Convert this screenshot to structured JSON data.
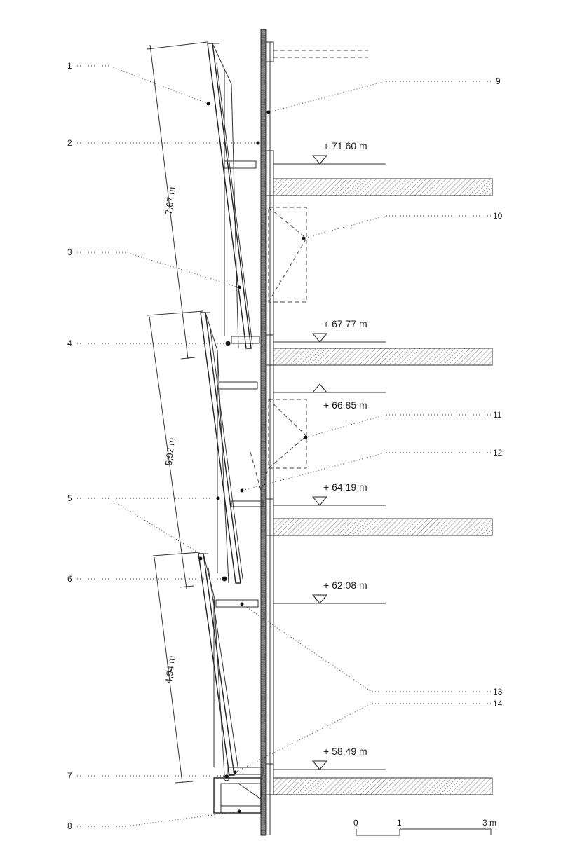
{
  "callouts": [
    "1",
    "2",
    "3",
    "4",
    "5",
    "6",
    "7",
    "8",
    "9",
    "10",
    "11",
    "12",
    "13",
    "14"
  ],
  "levels": [
    "+ 71.60 m",
    "+ 67.77 m",
    "+ 66.85 m",
    "+ 64.19 m",
    "+ 62.08 m",
    "+ 58.49 m"
  ],
  "dimensions": [
    "7.07 m",
    "5,92 m",
    "4,94 m"
  ],
  "scale_bar": {
    "ticks": [
      "0",
      "1",
      "3 m"
    ]
  }
}
